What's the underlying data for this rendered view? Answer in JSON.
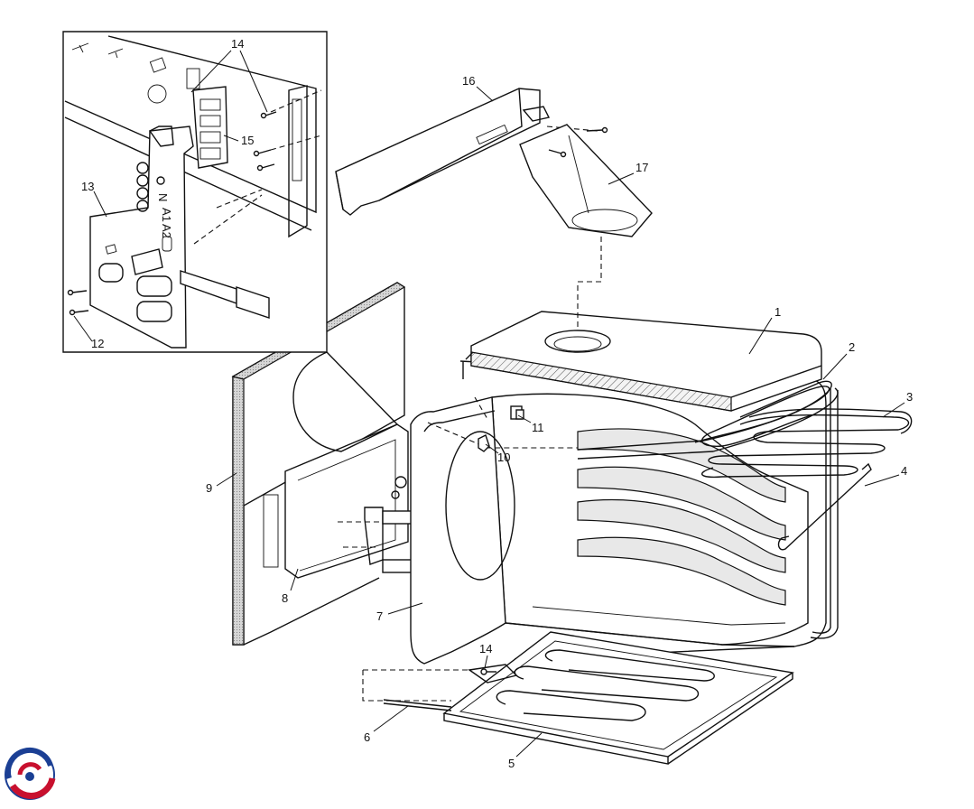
{
  "diagram": {
    "callouts": [
      {
        "id": "1",
        "text": "1"
      },
      {
        "id": "2",
        "text": "2"
      },
      {
        "id": "3",
        "text": "3"
      },
      {
        "id": "4",
        "text": "4"
      },
      {
        "id": "5",
        "text": "5"
      },
      {
        "id": "6",
        "text": "6"
      },
      {
        "id": "7",
        "text": "7"
      },
      {
        "id": "8",
        "text": "8"
      },
      {
        "id": "9",
        "text": "9"
      },
      {
        "id": "10",
        "text": "10"
      },
      {
        "id": "11",
        "text": "11"
      },
      {
        "id": "12",
        "text": "12"
      },
      {
        "id": "13",
        "text": "13"
      },
      {
        "id": "14a",
        "text": "14"
      },
      {
        "id": "14b",
        "text": "14"
      },
      {
        "id": "15",
        "text": "15"
      },
      {
        "id": "16",
        "text": "16"
      },
      {
        "id": "17",
        "text": "17"
      }
    ],
    "inset_terminal_labels": [
      "N",
      "A1",
      "A2"
    ]
  },
  "logo": {
    "name": "brand-logo-icon",
    "colors": [
      "#c8102e",
      "#1b3f94"
    ]
  }
}
